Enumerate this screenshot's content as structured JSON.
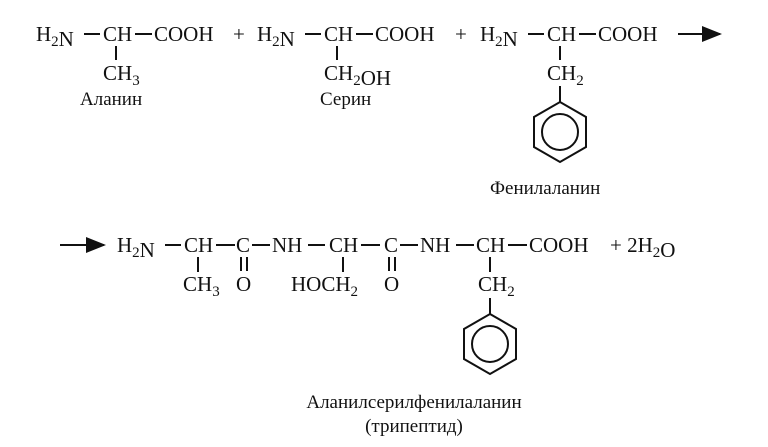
{
  "reaction": {
    "reactants": [
      {
        "amine": "H2N",
        "alpha": "CH",
        "acid": "COOH",
        "side_chain": "CH3",
        "name": "Аланин"
      },
      {
        "amine": "H2N",
        "alpha": "CH",
        "acid": "COOH",
        "side_chain": "CH2OH",
        "name": "Серин"
      },
      {
        "amine": "H2N",
        "alpha": "CH",
        "acid": "COOH",
        "side_chain": "CH2",
        "name": "Фенилаланин"
      }
    ],
    "plus": "+",
    "product": {
      "amine": "H2N",
      "ch1": "CH",
      "c1": "C",
      "nh1": "NH",
      "ch2": "CH",
      "c2": "C",
      "nh2": "NH",
      "ch3": "CH",
      "acid": "COOH",
      "water": "+ 2H2O",
      "side1": "CH3",
      "o1": "O",
      "side2": "HOCH2",
      "o2": "O",
      "side3": "CH2",
      "name": "Аланилсерилфенилаланин",
      "type": "(трипептид)"
    }
  }
}
